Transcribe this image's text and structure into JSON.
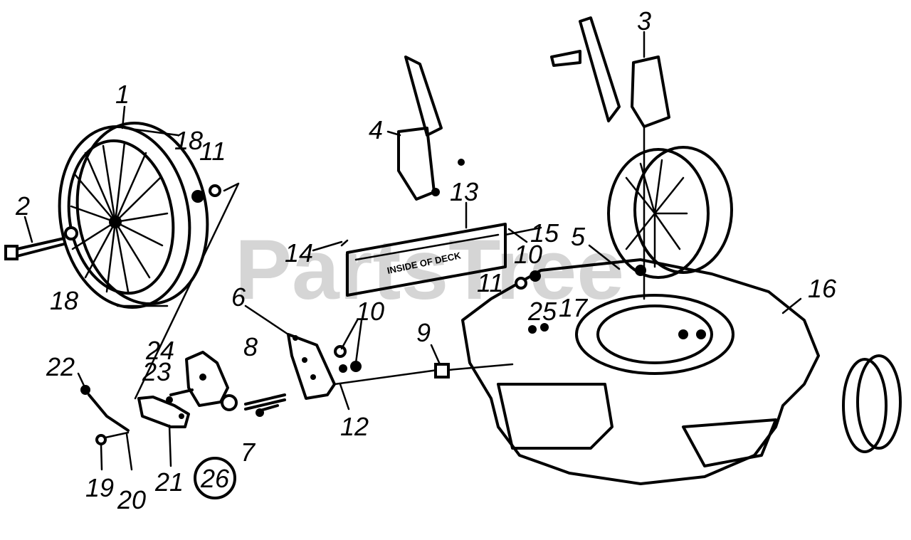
{
  "watermark": "PartsTree",
  "deck_label": "INSIDE OF DECK",
  "callouts": {
    "n1": "1",
    "n2": "2",
    "n3": "3",
    "n4": "4",
    "n5": "5",
    "n6": "6",
    "n7": "7",
    "n8": "8",
    "n9": "9",
    "n10a": "10",
    "n10b": "10",
    "n11a": "11",
    "n11b": "11",
    "n12": "12",
    "n13": "13",
    "n14": "14",
    "n15": "15",
    "n16": "16",
    "n17": "17",
    "n18a": "18",
    "n18b": "18",
    "n19": "19",
    "n20": "20",
    "n21": "21",
    "n22": "22",
    "n23": "23",
    "n24": "24",
    "n25": "25",
    "n26": "26"
  }
}
